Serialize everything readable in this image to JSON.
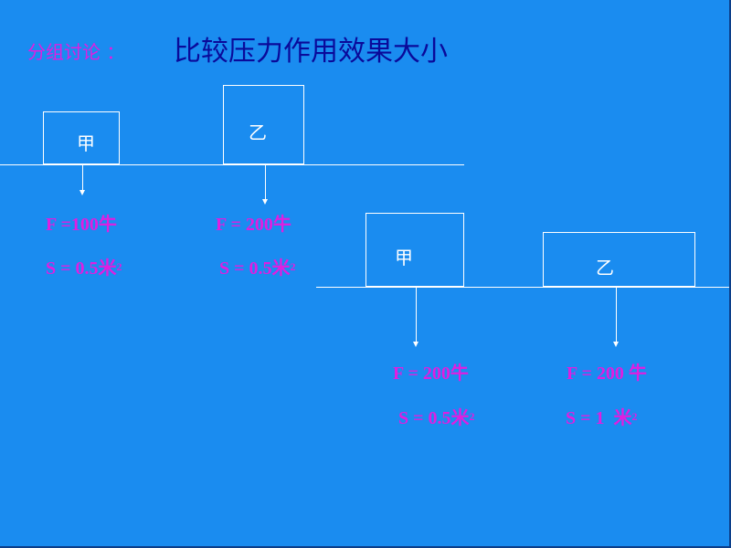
{
  "header": {
    "discuss_label": "分组讨论 ：",
    "title": "比较压力作用效果大小"
  },
  "colors": {
    "background": "#1a8cf0",
    "title": "#0a0a9a",
    "accent": "#e01ee0",
    "lines": "#ffffff"
  },
  "scenario1": {
    "box_a": {
      "label": "甲",
      "force": "F =100牛",
      "area_text": "S = 0.5米",
      "area_exp": "2"
    },
    "box_b": {
      "label": "乙",
      "force": "F = 200牛",
      "area_text": "S = 0.5米",
      "area_exp": "2"
    }
  },
  "scenario2": {
    "box_a": {
      "label": "甲",
      "force": "F = 200牛",
      "area_text": "S = 0.5米",
      "area_exp": "2"
    },
    "box_b": {
      "label": "乙",
      "force": "F = 200 牛",
      "area_text": "S = 1  米",
      "area_exp": "2"
    }
  }
}
